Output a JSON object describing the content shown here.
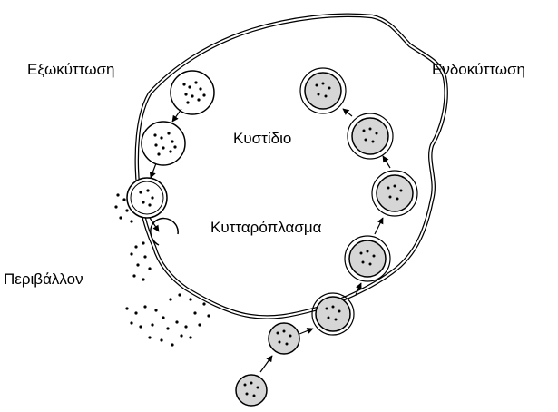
{
  "labels": {
    "exocytosis": "Εξωκύττωση",
    "endocytosis": "Ενδοκύττωση",
    "vesicle": "Κυστίδιο",
    "cytoplasm": "Κυτταρόπλασμα",
    "environment": "Περιβάλλον"
  },
  "colors": {
    "stroke": "#000000",
    "vesicle_fill": "#d6d6d6",
    "background": "#ffffff"
  }
}
